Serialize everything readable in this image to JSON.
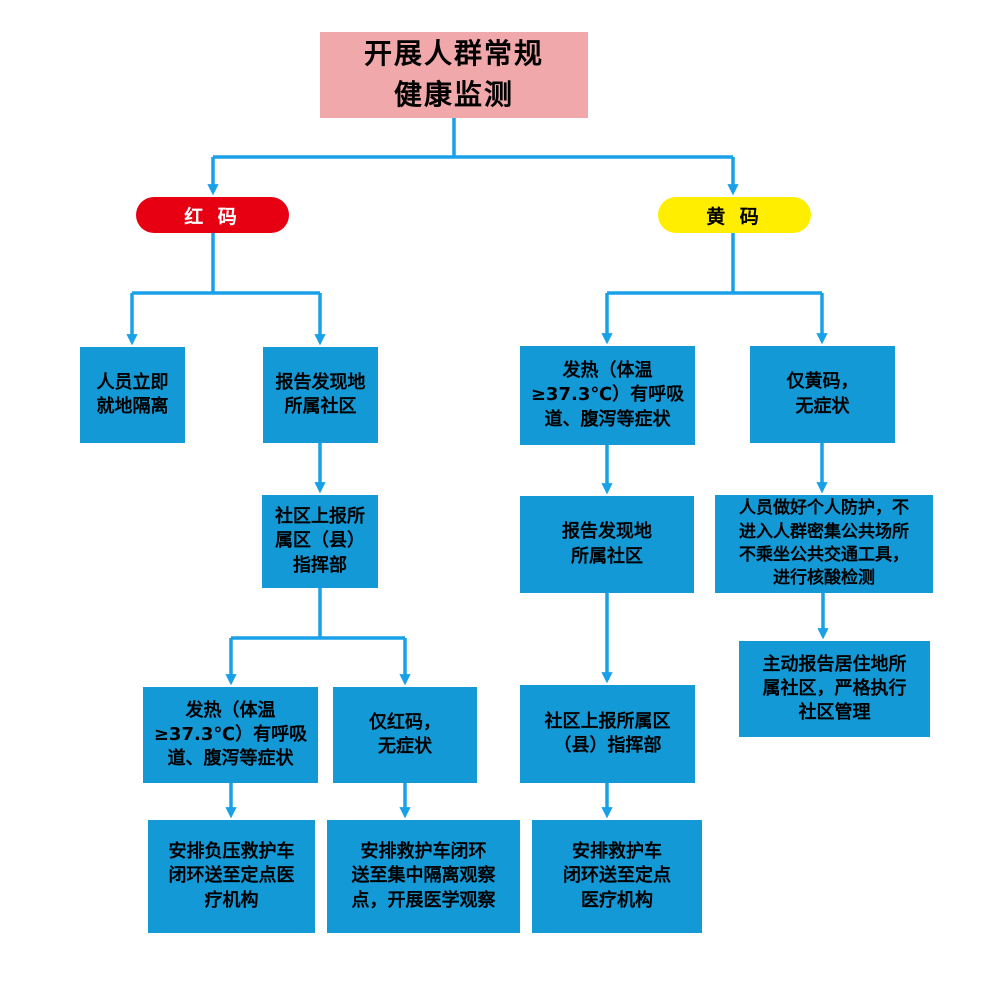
{
  "title": {
    "text": "开展人群常规\n健康监测"
  },
  "pills": {
    "red": "红 码",
    "yellow": "黄 码"
  },
  "red_branch": {
    "immediate_isolation": "人员立即\n就地隔离",
    "report_found_community": "报告发现地\n所属社区",
    "community_report_hq": "社区上报所\n属区（县）\n指挥部",
    "fever_symptoms": "发热（体温\n≥37.3℃）有呼吸\n道、腹泻等症状",
    "red_code_only": "仅红码，\n无症状",
    "negative_pressure_ambulance": "安排负压救护车\n闭环送至定点医\n疗机构",
    "ambulance_isolation_point": "安排救护车闭环\n送至集中隔离观察\n点，开展医学观察"
  },
  "yellow_branch": {
    "fever_symptoms": "发热（体温\n≥37.3℃）有呼吸\n道、腹泻等症状",
    "yellow_code_only": "仅黄码，\n无症状",
    "report_found_community": "报告发现地\n所属社区",
    "personal_protection": "人员做好个人防护，不\n进入人群密集公共场所\n不乘坐公共交通工具，\n进行核酸检测",
    "community_report_hq": "社区上报所属区\n（县）指挥部",
    "report_residence_community": "主动报告居住地所\n属社区，严格执行\n社区管理",
    "ambulance_designated_hospital": "安排救护车\n闭环送至定点\n医疗机构"
  },
  "colors": {
    "title_bg": "#F0A8AA",
    "red_pill": "#E60012",
    "yellow_pill": "#FFEE00",
    "box_blue": "#1499D7",
    "connector_blue": "#18A0E8",
    "text_dark": "#000000",
    "text_light": "#FFFFFF"
  }
}
